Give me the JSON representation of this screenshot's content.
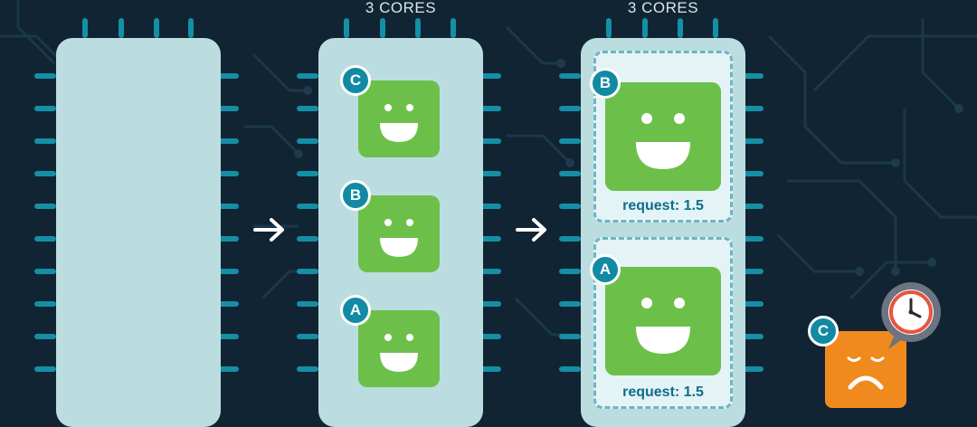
{
  "scene": {
    "middle_chip": {
      "cores_label": "3 CORES",
      "pods": [
        "C",
        "B",
        "A"
      ]
    },
    "right_chip": {
      "cores_label": "3 CORES",
      "slots": [
        {
          "pod": "B",
          "request": "request: 1.5"
        },
        {
          "pod": "A",
          "request": "request: 1.5"
        }
      ]
    },
    "pending_pod": {
      "label": "C"
    }
  },
  "colors": {
    "background": "#102433",
    "chip": "#bcdde0",
    "pin": "#148fa5",
    "happy_pod": "#6cc04a",
    "sad_pod": "#f18a1e",
    "badge": "#118aa3"
  },
  "icons": [
    "arrow-right-icon",
    "happy-face-icon",
    "sad-face-icon",
    "clock-icon"
  ]
}
